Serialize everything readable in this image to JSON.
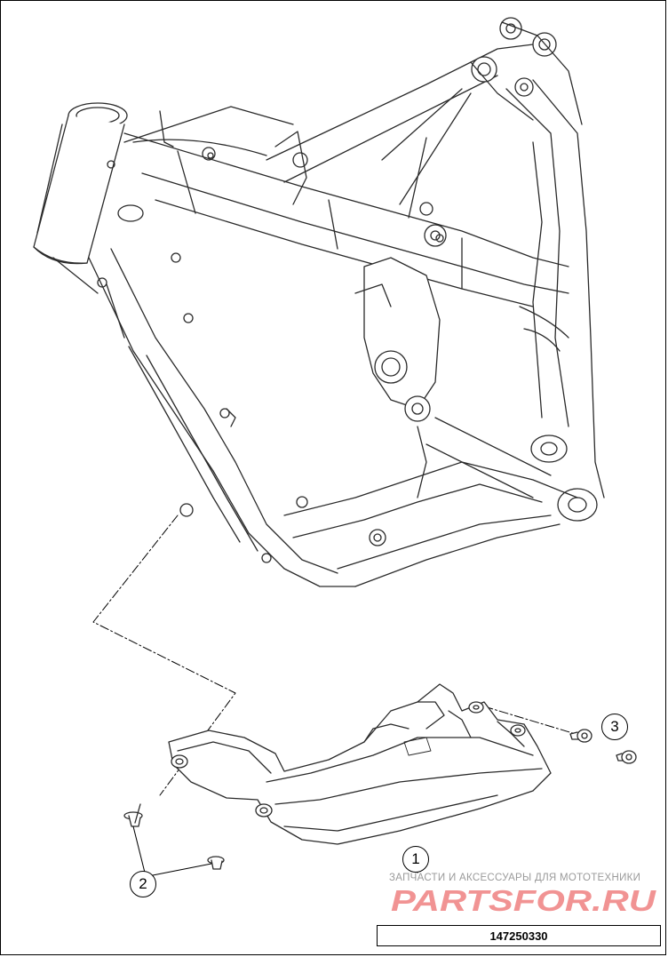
{
  "callouts": [
    {
      "number": "1",
      "part": "skid-plate"
    },
    {
      "number": "2",
      "part": "bolt"
    },
    {
      "number": "3",
      "part": "rubber-bushing"
    }
  ],
  "watermark": {
    "subtitle": "ЗАПЧАСТИ И АКСЕССУАРЫ ДЛЯ МОТОТЕХНИКИ",
    "logo_text": "PARTSFOR.RU",
    "color": "#e63a3a"
  },
  "document_number": "147250330",
  "colors": {
    "line": "#2a2a2a",
    "dash": "#000000",
    "fill": "#ffffff"
  }
}
